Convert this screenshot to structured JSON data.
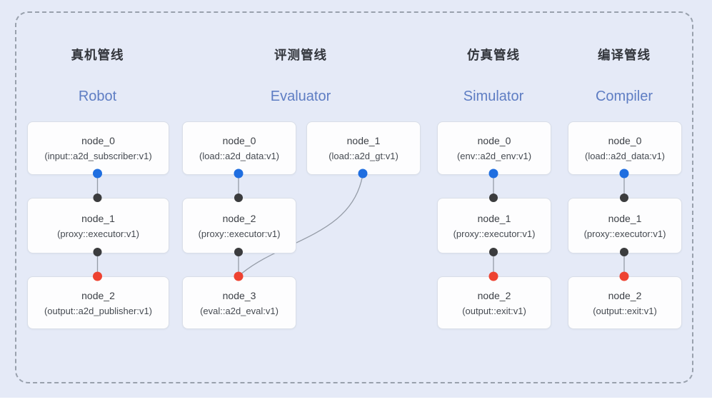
{
  "diagram": {
    "background_color": "#e5eaf7",
    "frame_border_color": "#99a1ad",
    "edge_color": "#959ca7",
    "port_colors": {
      "output_port_blue": "#1f6ee0",
      "input_port_black": "#3b3c3e",
      "final_port_red": "#ee4231"
    },
    "title_zh_color": "#32353b",
    "title_en_color": "#5e7dc3"
  },
  "pipelines": [
    {
      "title_zh": "真机管线",
      "title_en": "Robot",
      "nodes": [
        {
          "name": "node_0",
          "type": "(input::a2d_subscriber:v1)"
        },
        {
          "name": "node_1",
          "type": "(proxy::executor:v1)"
        },
        {
          "name": "node_2",
          "type": "(output::a2d_publisher:v1)"
        }
      ]
    },
    {
      "title_zh": "评测管线",
      "title_en": "Evaluator",
      "nodes": [
        {
          "name": "node_0",
          "type": "(load::a2d_data:v1)"
        },
        {
          "name": "node_1",
          "type": "(load::a2d_gt:v1)"
        },
        {
          "name": "node_2",
          "type": "(proxy::executor:v1)"
        },
        {
          "name": "node_3",
          "type": "(eval::a2d_eval:v1)"
        }
      ]
    },
    {
      "title_zh": "仿真管线",
      "title_en": "Simulator",
      "nodes": [
        {
          "name": "node_0",
          "type": "(env::a2d_env:v1)"
        },
        {
          "name": "node_1",
          "type": "(proxy::executor:v1)"
        },
        {
          "name": "node_2",
          "type": "(output::exit:v1)"
        }
      ]
    },
    {
      "title_zh": "编译管线",
      "title_en": "Compiler",
      "nodes": [
        {
          "name": "node_0",
          "type": "(load::a2d_data:v1)"
        },
        {
          "name": "node_1",
          "type": "(proxy::executor:v1)"
        },
        {
          "name": "node_2",
          "type": "(output::exit:v1)"
        }
      ]
    }
  ]
}
